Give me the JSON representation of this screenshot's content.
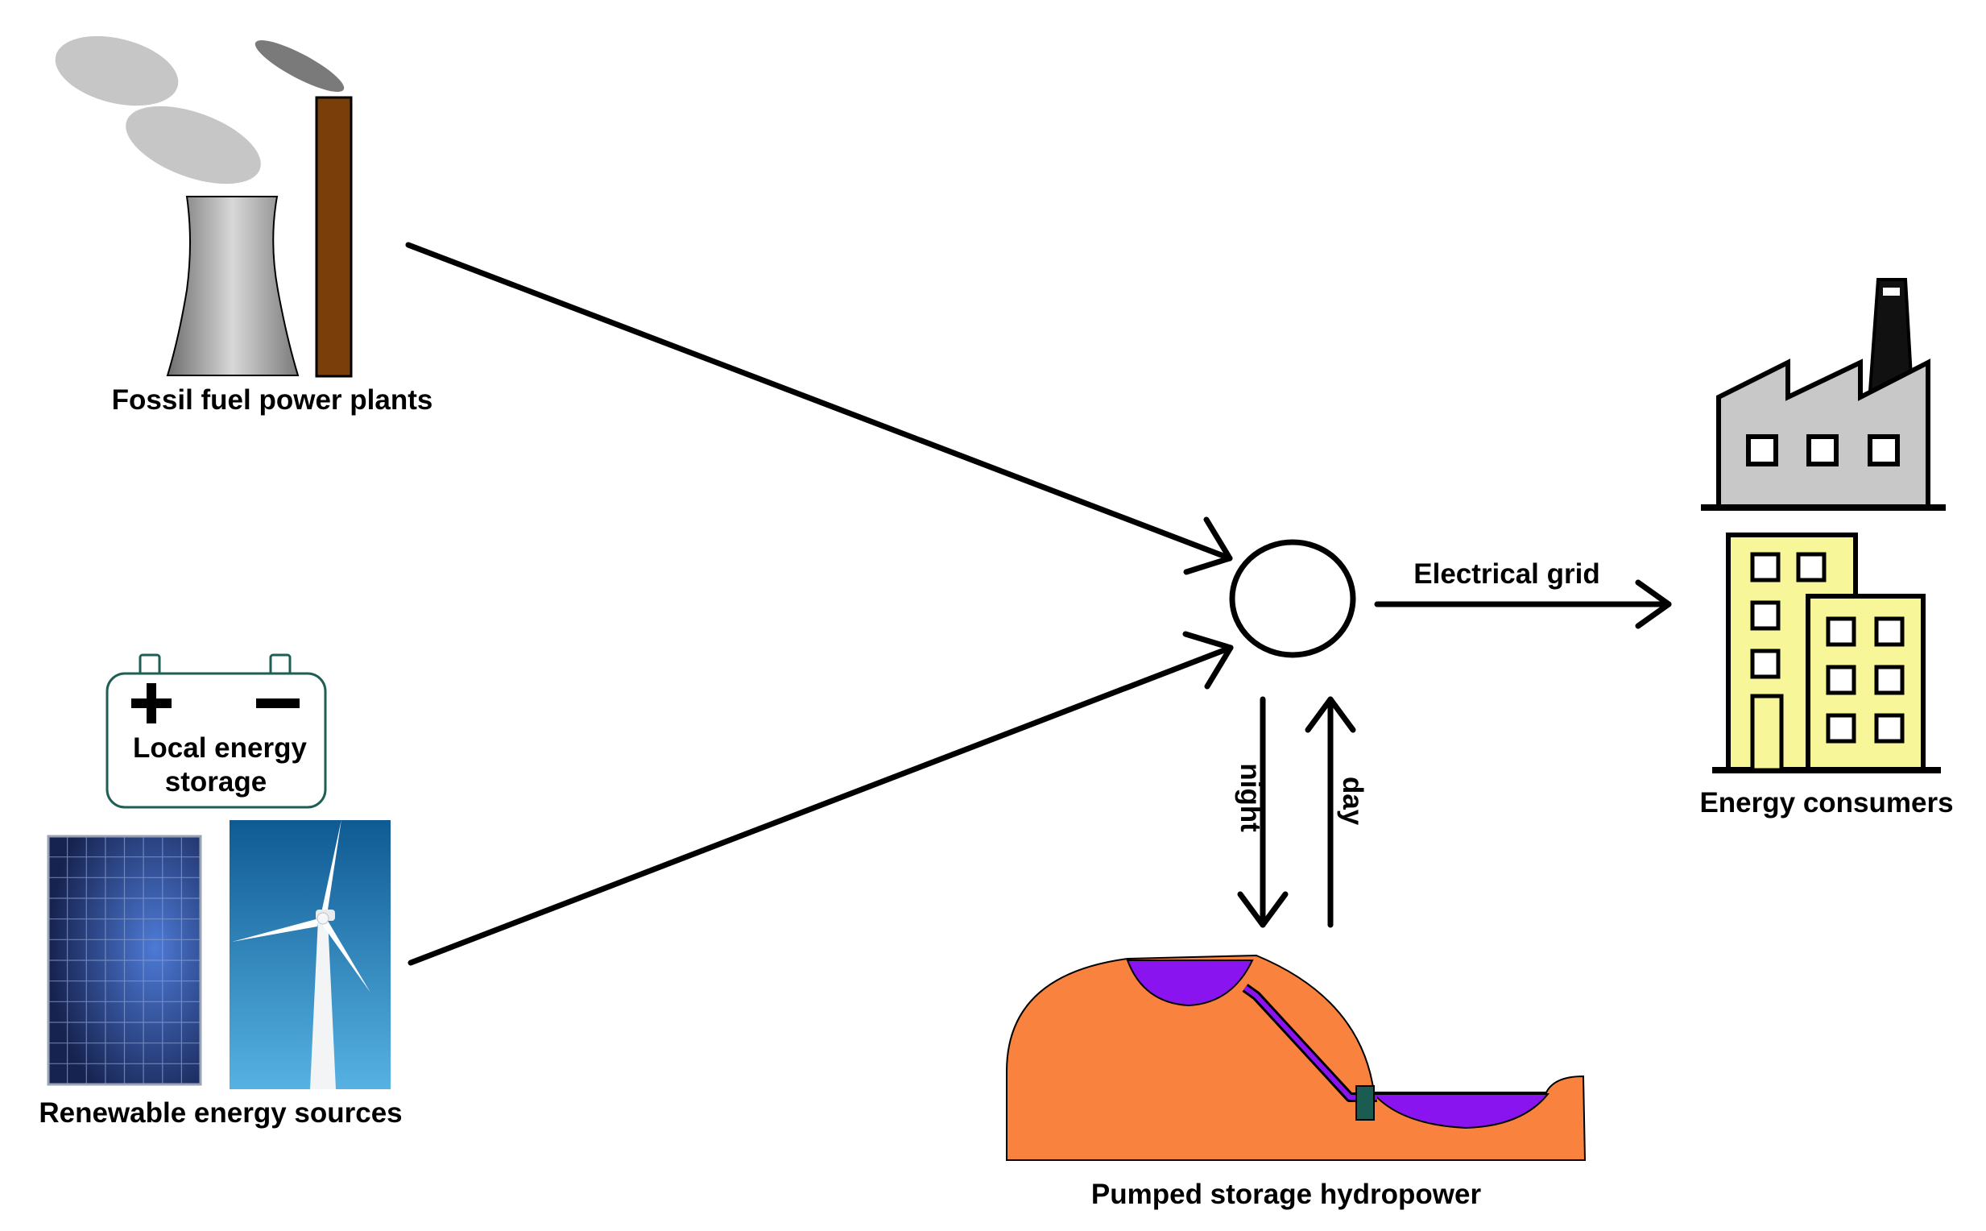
{
  "labels": {
    "fossil": "Fossil fuel power plants",
    "renewable": "Renewable energy sources",
    "storage_line1": "Local energy",
    "storage_line2": "storage",
    "grid": "Electrical grid",
    "consumers": "Energy consumers",
    "hydro": "Pumped storage hydropower",
    "night": "night",
    "day": "day"
  },
  "icons": {
    "fossil": [
      "cooling-tower-icon",
      "smokestack-icon",
      "smoke-icon"
    ],
    "storage": "battery-icon",
    "renewable": [
      "solar-panel-icon",
      "wind-turbine-icon"
    ],
    "hub": "grid-node-icon",
    "consumers": [
      "factory-icon",
      "office-building-icon"
    ],
    "hydro": "pumped-storage-icon"
  },
  "colors": {
    "line": "#000000",
    "chimney": "#7a3e0a",
    "cooling_tower": "#9a9a9a",
    "factory": "#c8c8c8",
    "building": "#f7f79a",
    "terrain": "#f9823e",
    "water": "#8a14f0",
    "solar": "#2a3e8c",
    "sky": "#3d8fc9"
  }
}
